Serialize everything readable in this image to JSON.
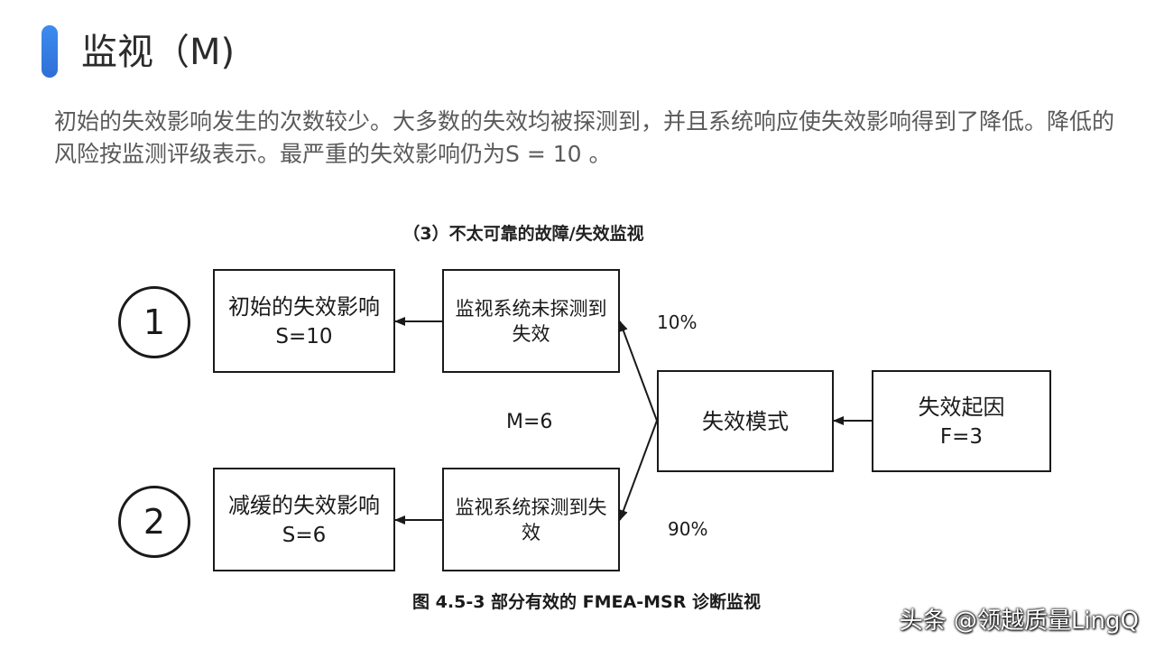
{
  "page": {
    "title": "监视（M)",
    "intro": "初始的失效影响发生的次数较少。大多数的失效均被探测到，并且系统响应使失效影响得到了降低。降低的风险按监测评级表示。最严重的失效影响仍为S = 10 。"
  },
  "diagram": {
    "title": "（3）不太可靠的故障/失效监视",
    "circle1": "1",
    "circle2": "2",
    "effect_initial": {
      "name": "初始的失效影响",
      "severity": "S=10"
    },
    "effect_mitigated": {
      "name": "减缓的失效影响",
      "severity": "S=6"
    },
    "monitor_not_detected": "监视系统未探测到失效",
    "monitor_detected": "监视系统探测到失效",
    "failure_mode": "失效模式",
    "failure_cause": {
      "name": "失效起因",
      "occurrence": "F=3"
    },
    "pct_top": "10%",
    "pct_bottom": "90%",
    "m_label": "M=6",
    "caption": "图 4.5-3 部分有效的 FMEA-MSR 诊断监视"
  },
  "watermark": "头条 @领越质量LingQ"
}
